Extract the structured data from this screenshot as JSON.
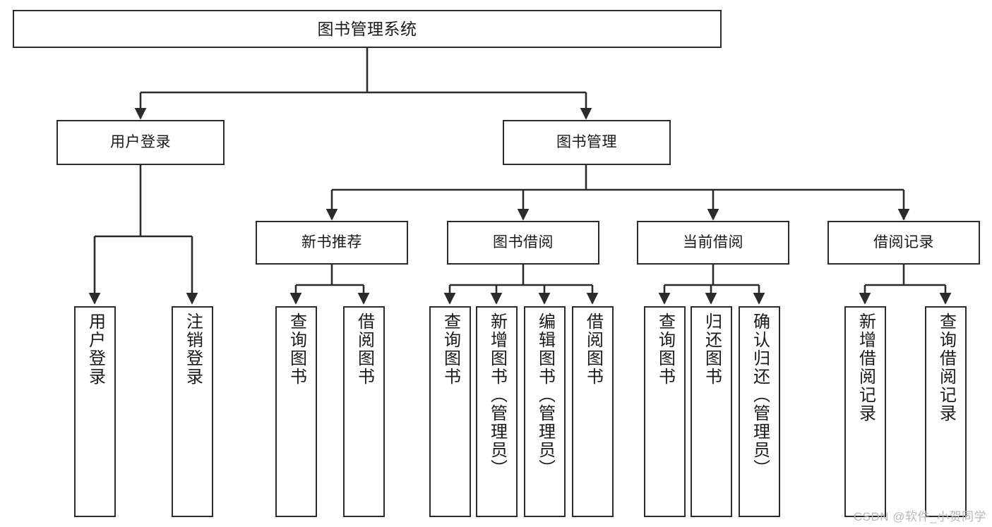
{
  "diagram": {
    "type": "tree",
    "title": "图书管理系统",
    "watermark": "CSDN @软件_小贺同学",
    "colors": {
      "box_border": "#2b2b2b",
      "box_fill": "#ffffff",
      "edge": "#2b2b2b",
      "text": "#1a1a1a",
      "watermark": "#b9b9b9",
      "background": "#ffffff"
    },
    "nodes": {
      "root": {
        "label": "图书管理系统"
      },
      "level1": [
        {
          "label": "用户登录"
        },
        {
          "label": "图书管理"
        }
      ],
      "level2": [
        {
          "label": "新书推荐"
        },
        {
          "label": "图书借阅"
        },
        {
          "label": "当前借阅"
        },
        {
          "label": "借阅记录"
        }
      ],
      "leaves": {
        "user_login": [
          {
            "label": "用户登录"
          },
          {
            "label": "注销登录"
          }
        ],
        "new_book_recommend": [
          {
            "label": "查询图书"
          },
          {
            "label": "借阅图书"
          }
        ],
        "book_borrow": [
          {
            "label": "查询图书"
          },
          {
            "label": "新增图书（管理员）"
          },
          {
            "label": "编辑图书（管理员）"
          },
          {
            "label": "借阅图书"
          }
        ],
        "current_borrow": [
          {
            "label": "查询图书"
          },
          {
            "label": "归还图书"
          },
          {
            "label": "确认归还（管理员）"
          }
        ],
        "borrow_record": [
          {
            "label": "新增借阅记录"
          },
          {
            "label": "查询借阅记录"
          }
        ]
      }
    }
  }
}
